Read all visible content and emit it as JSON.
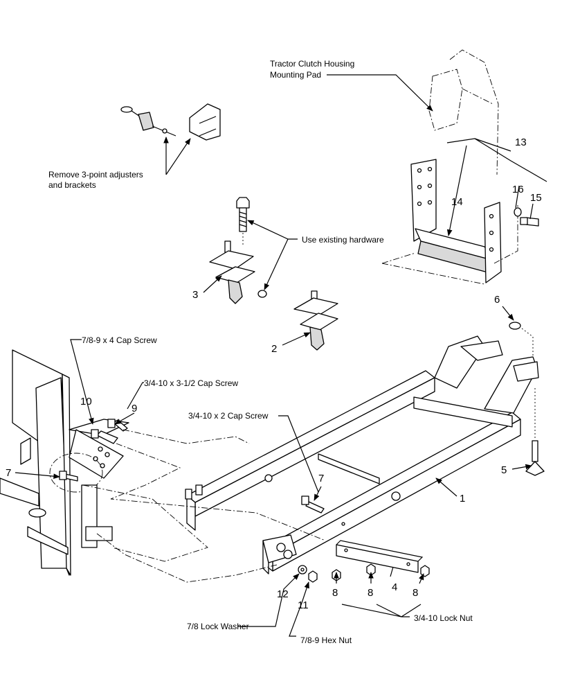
{
  "callouts": {
    "clutch_pad_line1": "Tractor Clutch Housing",
    "clutch_pad_line2": "Mounting Pad",
    "remove_line1": "Remove 3-point adjusters",
    "remove_line2": "and brackets",
    "use_existing": "Use existing hardware",
    "cap_screw_78_4": "7/8-9 x 4 Cap Screw",
    "cap_screw_34_312": "3/4-10 x 3-1/2 Cap Screw",
    "cap_screw_34_2": "3/4-10 x 2 Cap Screw",
    "lock_washer": "7/8 Lock Washer",
    "hex_nut": "7/8-9 Hex Nut",
    "lock_nut": "3/4-10 Lock Nut"
  },
  "item_numbers": {
    "n1": "1",
    "n2": "2",
    "n3": "3",
    "n4": "4",
    "n5": "5",
    "n6": "6",
    "n7a": "7",
    "n7b": "7",
    "n8a": "8",
    "n8b": "8",
    "n8c": "8",
    "n9": "9",
    "n10": "10",
    "n11": "11",
    "n12": "12",
    "n13": "13",
    "n14": "14",
    "n15": "15",
    "n16": "16"
  }
}
